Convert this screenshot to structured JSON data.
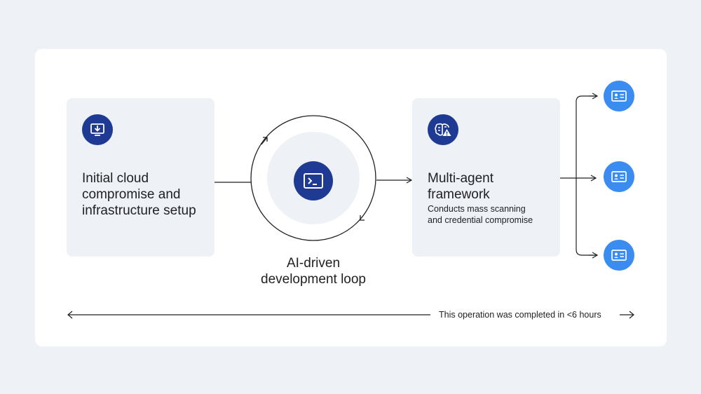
{
  "steps": {
    "initial": {
      "title_line1": "Initial cloud",
      "title_line2": "compromise and",
      "title_line3": "infrastructure setup",
      "icon": "download-monitor-icon"
    },
    "loop": {
      "label_line1": "AI-driven",
      "label_line2": "development loop",
      "icon": "terminal-icon"
    },
    "framework": {
      "title_line1": "Multi-agent",
      "title_line2": "framework",
      "desc_line1": "Conducts mass scanning",
      "desc_line2": "and credential compromise",
      "icon": "brain-warning-icon"
    }
  },
  "targets": [
    {
      "icon": "id-card-icon"
    },
    {
      "icon": "id-card-icon"
    },
    {
      "icon": "id-card-icon"
    }
  ],
  "timeline": {
    "label": "This operation was completed in <6 hours"
  },
  "colors": {
    "background": "#eef1f6",
    "card": "#ffffff",
    "box": "#eef1f6",
    "icon_navy": "#1f3a93",
    "target_blue": "#3b8cf0",
    "line": "#202124"
  }
}
